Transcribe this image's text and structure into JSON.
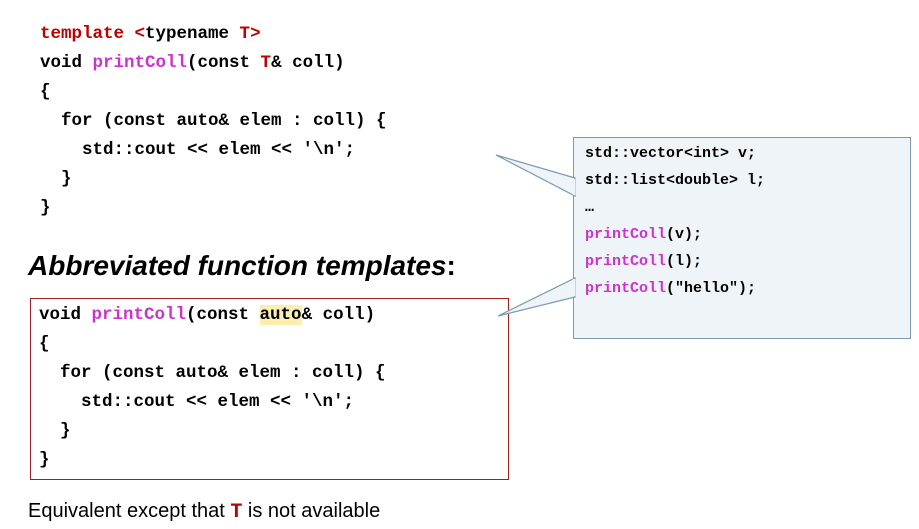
{
  "top_code": {
    "l1_template": "template",
    "l1_open": " <",
    "l1_typename": "typename ",
    "l1_T": "T",
    "l1_close": ">",
    "l2_void": "void ",
    "l2_fn": "printColl",
    "l2_args_a": "(const ",
    "l2_T": "T",
    "l2_args_b": "& coll)",
    "l3": "{",
    "l4": "  for (const auto& elem : coll) {",
    "l5": "    std::cout << elem << '\\n';",
    "l6": "  }",
    "l7": "}"
  },
  "heading": {
    "text": "Abbreviated function templates",
    "colon": ":"
  },
  "box_code": {
    "l1_void": "void ",
    "l1_fn": "printColl",
    "l1_args_a": "(const ",
    "l1_auto": "auto",
    "l1_args_b": "& coll)",
    "l2": "{",
    "l3": "  for (const auto& elem : coll) {",
    "l4": "    std::cout << elem << '\\n';",
    "l5": "  }",
    "l6": "}"
  },
  "callout": {
    "l1": "std::vector<int> v;",
    "l2": "std::list<double> l;",
    "l3": "…",
    "l4_fn": "printColl",
    "l4_args": "(v);",
    "l5_fn": "printColl",
    "l5_args": "(l);",
    "l6_fn": "printColl",
    "l6_args": "(\"hello\");"
  },
  "footnote": {
    "before": "Equivalent except that ",
    "T": "T",
    "after": " is not available"
  },
  "colors": {
    "keyword_red": "#c00000",
    "function_magenta": "#cc33cc",
    "highlight": "#fbeeb0",
    "box_border": "#a02020",
    "callout_bg": "#eef4f8"
  }
}
